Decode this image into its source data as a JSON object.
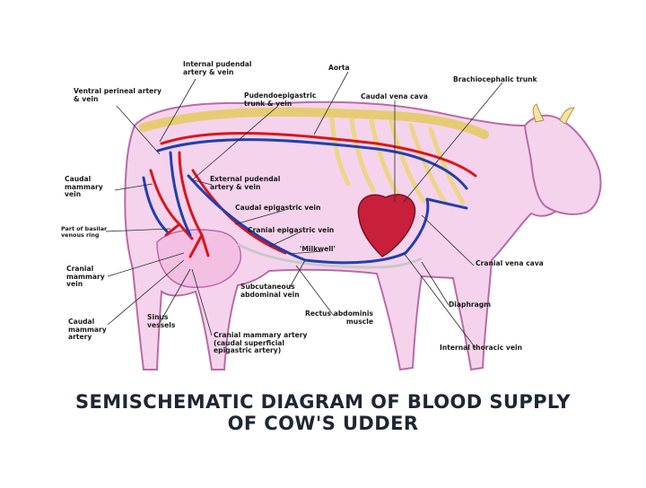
{
  "diagram": {
    "title_line1": "SEMISCHEMATIC DIAGRAM OF BLOOD SUPPLY",
    "title_line2": "OF COW'S UDDER",
    "colors": {
      "cow_outline": "#b86ba8",
      "cow_fill": "#f6d3ec",
      "skeleton": "#f4e3a3",
      "artery": "#d8161c",
      "vein": "#1f3fb0",
      "heart": "#c81f3a",
      "leader": "#2a2a2a"
    },
    "labels": {
      "internal_pudendal": "Internal pudendal\nartery & vein",
      "aorta": "Aorta",
      "brachiocephalic": "Brachiocephalic trunk",
      "ventral_perineal": "Ventral perineal artery\n& vein",
      "pudendoepigastric": "Pudendoepigastric\ntrunk & vein",
      "caudal_vena_cava": "Caudal vena cava",
      "caudal_mammary_vein": "Caudal\nmammary\nvein",
      "external_pudendal": "External pudendal\nartery & vein",
      "caudal_epigastric": "Caudal epigastric vein",
      "basilar_venous_ring": "Part of basilar\nvenous ring",
      "cranial_epigastric": "Cranial epigastric vein",
      "milkwell": "'Milkwell'",
      "cranial_vena_cava": "Cranial vena cava",
      "cranial_mammary_vein": "Cranial\nmammary\nvein",
      "subcutaneous_abdominal": "Subcutaneous\nabdominal vein",
      "diaphragm": "Diaphragm",
      "caudal_mammary_artery": "Caudal\nmammary\nartery",
      "sinus_vessels": "Sinus\nvessels",
      "rectus_abdominis": "Rectus abdominis\nmuscle",
      "cranial_mammary_artery": "Cranial mammary artery\n(caudal superficial\nepigastric artery)",
      "internal_thoracic_vein": "Internal thoracic vein"
    }
  }
}
